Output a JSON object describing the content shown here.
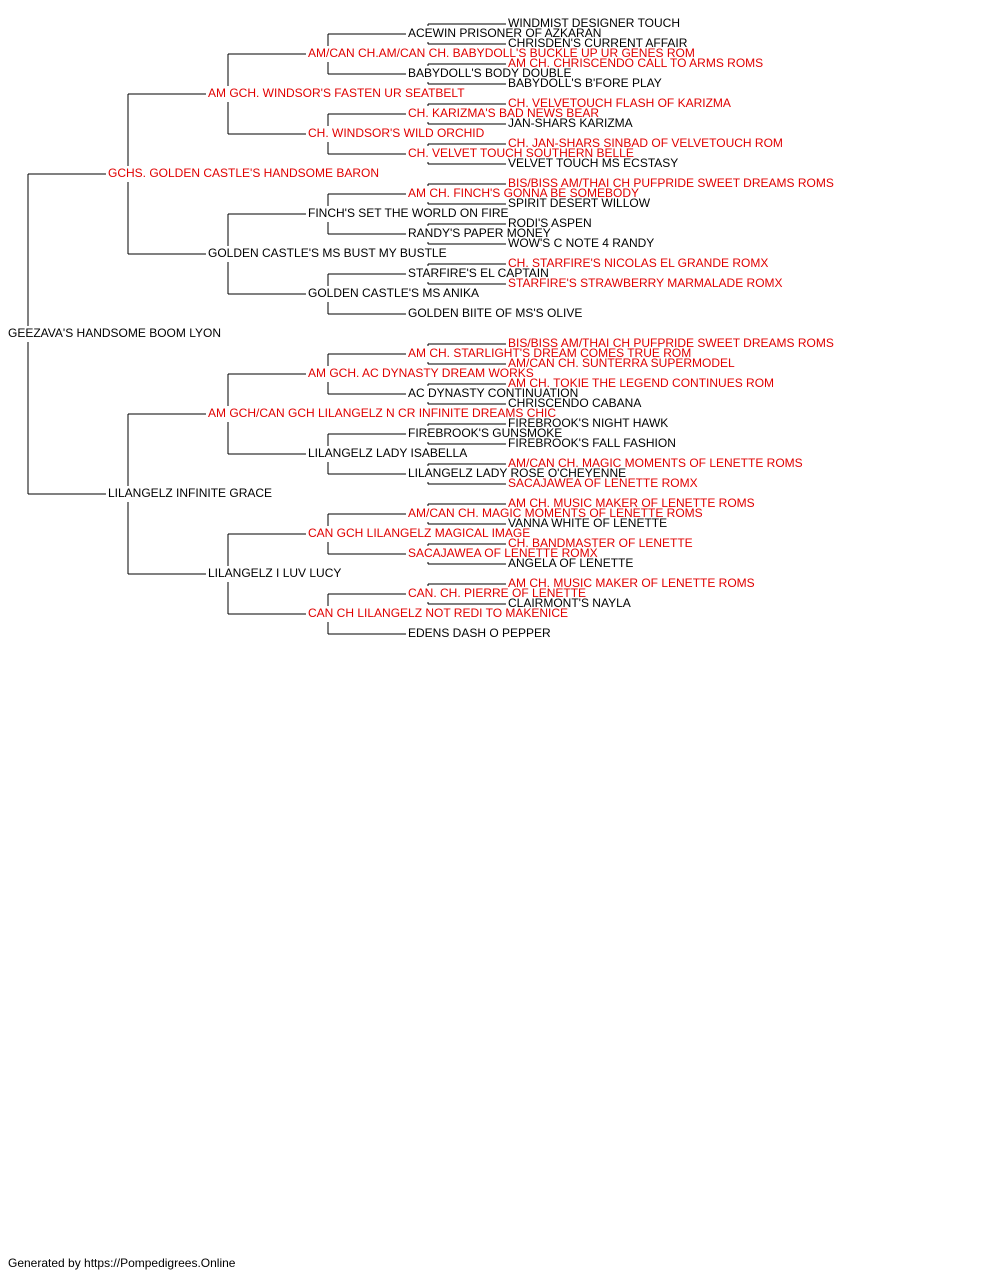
{
  "colors": {
    "champion": "#e00000",
    "normal": "#000000",
    "line": "#000000"
  },
  "footer": "Generated by https://Pompedigrees.Online",
  "pedigree": [
    {
      "id": "root",
      "parent": null,
      "gen": 0,
      "name": "GEEZAVA'S HANDSOME BOOM LYON",
      "champion": false
    },
    {
      "id": "s",
      "parent": "root",
      "gen": 1,
      "name": "GCHS. GOLDEN CASTLE'S HANDSOME BARON",
      "champion": true
    },
    {
      "id": "d",
      "parent": "root",
      "gen": 1,
      "name": "LILANGELZ INFINITE GRACE",
      "champion": false
    },
    {
      "id": "ss",
      "parent": "s",
      "gen": 2,
      "name": "AM GCH. WINDSOR'S FASTEN UR SEATBELT",
      "champion": true
    },
    {
      "id": "sd",
      "parent": "s",
      "gen": 2,
      "name": "GOLDEN CASTLE'S MS BUST MY BUSTLE",
      "champion": false
    },
    {
      "id": "ds",
      "parent": "d",
      "gen": 2,
      "name": "AM GCH/CAN GCH LILANGELZ N CR INFINITE DREAMS CHIC",
      "champion": true
    },
    {
      "id": "dd",
      "parent": "d",
      "gen": 2,
      "name": "LILANGELZ I LUV LUCY",
      "champion": false
    },
    {
      "id": "sss",
      "parent": "ss",
      "gen": 3,
      "name": "AM/CAN CH.AM/CAN CH. BABYDOLL'S BUCKLE UP UR GENES ROM",
      "champion": true
    },
    {
      "id": "ssd",
      "parent": "ss",
      "gen": 3,
      "name": "CH. WINDSOR'S WILD ORCHID",
      "champion": true
    },
    {
      "id": "sds",
      "parent": "sd",
      "gen": 3,
      "name": "FINCH'S SET THE WORLD ON FIRE",
      "champion": false
    },
    {
      "id": "sdd",
      "parent": "sd",
      "gen": 3,
      "name": "GOLDEN CASTLE'S MS ANIKA",
      "champion": false
    },
    {
      "id": "dss",
      "parent": "ds",
      "gen": 3,
      "name": "AM GCH. AC DYNASTY DREAM WORKS",
      "champion": true
    },
    {
      "id": "dsd",
      "parent": "ds",
      "gen": 3,
      "name": "LILANGELZ LADY ISABELLA",
      "champion": false
    },
    {
      "id": "dds",
      "parent": "dd",
      "gen": 3,
      "name": "CAN GCH LILANGELZ MAGICAL IMAGE",
      "champion": true
    },
    {
      "id": "ddd",
      "parent": "dd",
      "gen": 3,
      "name": "CAN CH LILANGELZ NOT REDI TO MAKENICE",
      "champion": true
    },
    {
      "id": "ssss",
      "parent": "sss",
      "gen": 4,
      "name": "ACEWIN PRISONER OF AZKARAN",
      "champion": false
    },
    {
      "id": "sssd",
      "parent": "sss",
      "gen": 4,
      "name": "BABYDOLL'S BODY DOUBLE",
      "champion": false
    },
    {
      "id": "ssds",
      "parent": "ssd",
      "gen": 4,
      "name": "CH. KARIZMA'S BAD NEWS BEAR",
      "champion": true
    },
    {
      "id": "ssdd",
      "parent": "ssd",
      "gen": 4,
      "name": "CH. VELVET TOUCH SOUTHERN BELLE",
      "champion": true
    },
    {
      "id": "sdss",
      "parent": "sds",
      "gen": 4,
      "name": "AM CH. FINCH'S GONNA BE SOMEBODY",
      "champion": true
    },
    {
      "id": "sdsd",
      "parent": "sds",
      "gen": 4,
      "name": "RANDY'S PAPER MONEY",
      "champion": false
    },
    {
      "id": "sdds",
      "parent": "sdd",
      "gen": 4,
      "name": "STARFIRE'S EL CAPTAIN",
      "champion": false
    },
    {
      "id": "sddd",
      "parent": "sdd",
      "gen": 4,
      "name": "GOLDEN BIITE OF MS'S OLIVE",
      "champion": false
    },
    {
      "id": "dsss",
      "parent": "dss",
      "gen": 4,
      "name": "AM CH. STARLIGHT'S DREAM COMES TRUE ROM",
      "champion": true
    },
    {
      "id": "dssd",
      "parent": "dss",
      "gen": 4,
      "name": "AC DYNASTY CONTINUATION",
      "champion": false
    },
    {
      "id": "dsds",
      "parent": "dsd",
      "gen": 4,
      "name": "FIREBROOK'S GUNSMOKE",
      "champion": false
    },
    {
      "id": "dsdd",
      "parent": "dsd",
      "gen": 4,
      "name": "LILANGELZ LADY ROSE O'CHEYENNE",
      "champion": false
    },
    {
      "id": "ddss",
      "parent": "dds",
      "gen": 4,
      "name": "AM/CAN CH. MAGIC MOMENTS OF LENETTE ROMS",
      "champion": true
    },
    {
      "id": "ddsd",
      "parent": "dds",
      "gen": 4,
      "name": "SACAJAWEA OF LENETTE ROMX",
      "champion": true
    },
    {
      "id": "ddds",
      "parent": "ddd",
      "gen": 4,
      "name": "CAN. CH. PIERRE OF LENETTE",
      "champion": true
    },
    {
      "id": "dddd",
      "parent": "ddd",
      "gen": 4,
      "name": "EDENS DASH O PEPPER",
      "champion": false
    },
    {
      "id": "sssss",
      "parent": "ssss",
      "gen": 5,
      "name": "WINDMIST DESIGNER TOUCH",
      "champion": false
    },
    {
      "id": "ssssd",
      "parent": "ssss",
      "gen": 5,
      "name": "CHRISDEN'S CURRENT AFFAIR",
      "champion": false
    },
    {
      "id": "sssds",
      "parent": "sssd",
      "gen": 5,
      "name": "AM CH. CHRISCENDO CALL TO ARMS ROMS",
      "champion": true
    },
    {
      "id": "sssdd",
      "parent": "sssd",
      "gen": 5,
      "name": "BABYDOLL'S B'FORE PLAY",
      "champion": false
    },
    {
      "id": "ssdss",
      "parent": "ssds",
      "gen": 5,
      "name": "CH. VELVETOUCH FLASH OF KARIZMA",
      "champion": true
    },
    {
      "id": "ssdsd",
      "parent": "ssds",
      "gen": 5,
      "name": "JAN-SHARS KARIZMA",
      "champion": false
    },
    {
      "id": "ssdds",
      "parent": "ssdd",
      "gen": 5,
      "name": "CH. JAN-SHARS SINBAD OF VELVETOUCH ROM",
      "champion": true
    },
    {
      "id": "ssddd",
      "parent": "ssdd",
      "gen": 5,
      "name": "VELVET TOUCH MS ECSTASY",
      "champion": false
    },
    {
      "id": "sdsss",
      "parent": "sdss",
      "gen": 5,
      "name": "BIS/BISS AM/THAI CH PUFPRIDE SWEET DREAMS ROMS",
      "champion": true
    },
    {
      "id": "sdssd",
      "parent": "sdss",
      "gen": 5,
      "name": "SPIRIT DESERT WILLOW",
      "champion": false
    },
    {
      "id": "sdsds",
      "parent": "sdsd",
      "gen": 5,
      "name": "RODI'S ASPEN",
      "champion": false
    },
    {
      "id": "sdsdd",
      "parent": "sdsd",
      "gen": 5,
      "name": "WOW'S C NOTE 4 RANDY",
      "champion": false
    },
    {
      "id": "sddss",
      "parent": "sdds",
      "gen": 5,
      "name": "CH. STARFIRE'S NICOLAS EL GRANDE ROMX",
      "champion": true
    },
    {
      "id": "sddsd",
      "parent": "sdds",
      "gen": 5,
      "name": "STARFIRE'S STRAWBERRY MARMALADE ROMX",
      "champion": true
    },
    {
      "id": "dssss",
      "parent": "dsss",
      "gen": 5,
      "name": "BIS/BISS AM/THAI CH PUFPRIDE SWEET DREAMS ROMS",
      "champion": true
    },
    {
      "id": "dsssd",
      "parent": "dsss",
      "gen": 5,
      "name": "AM/CAN CH. SUNTERRA SUPERMODEL",
      "champion": true
    },
    {
      "id": "dssds",
      "parent": "dssd",
      "gen": 5,
      "name": "AM CH. TOKIE THE LEGEND CONTINUES ROM",
      "champion": true
    },
    {
      "id": "dssdd",
      "parent": "dssd",
      "gen": 5,
      "name": "CHRISCENDO CABANA",
      "champion": false
    },
    {
      "id": "dsdss",
      "parent": "dsds",
      "gen": 5,
      "name": "FIREBROOK'S NIGHT HAWK",
      "champion": false
    },
    {
      "id": "dsdsd",
      "parent": "dsds",
      "gen": 5,
      "name": "FIREBROOK'S FALL FASHION",
      "champion": false
    },
    {
      "id": "dsdds",
      "parent": "dsdd",
      "gen": 5,
      "name": "AM/CAN CH. MAGIC MOMENTS OF LENETTE ROMS",
      "champion": true
    },
    {
      "id": "dsddd",
      "parent": "dsdd",
      "gen": 5,
      "name": "SACAJAWEA OF LENETTE ROMX",
      "champion": true
    },
    {
      "id": "ddsss",
      "parent": "ddss",
      "gen": 5,
      "name": "AM CH. MUSIC MAKER OF LENETTE ROMS",
      "champion": true
    },
    {
      "id": "ddssd",
      "parent": "ddss",
      "gen": 5,
      "name": "VANNA WHITE OF LENETTE",
      "champion": false
    },
    {
      "id": "ddsds",
      "parent": "ddsd",
      "gen": 5,
      "name": "CH. BANDMASTER OF LENETTE",
      "champion": true
    },
    {
      "id": "ddsdd",
      "parent": "ddsd",
      "gen": 5,
      "name": "ANGELA OF LENETTE",
      "champion": false
    },
    {
      "id": "dddss",
      "parent": "ddds",
      "gen": 5,
      "name": "AM CH. MUSIC MAKER OF LENETTE ROMS",
      "champion": true
    },
    {
      "id": "dddsd",
      "parent": "ddds",
      "gen": 5,
      "name": "CLAIRMONT'S NAYLA",
      "champion": false
    }
  ]
}
